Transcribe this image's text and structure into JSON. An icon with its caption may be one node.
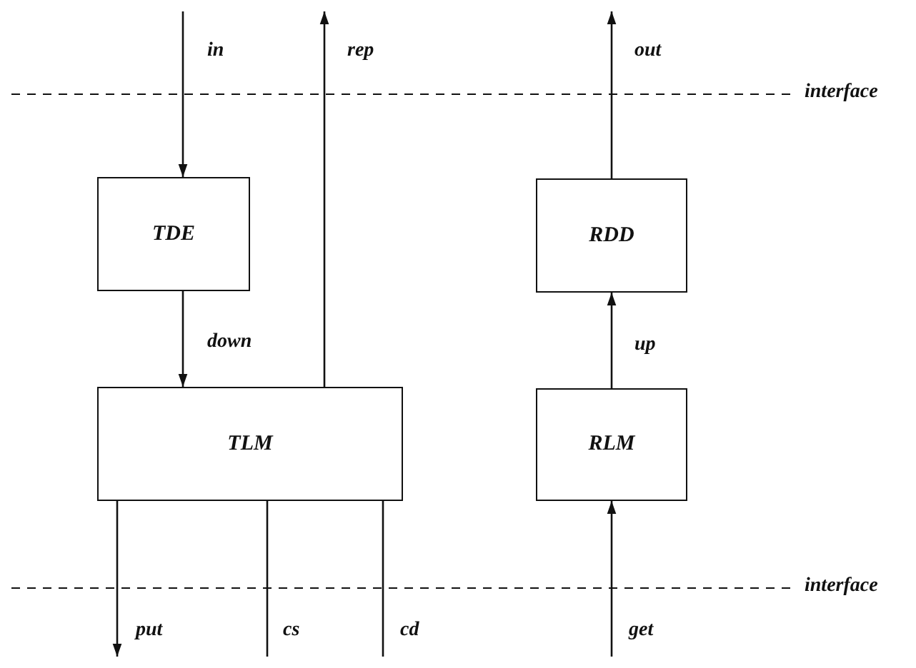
{
  "diagram": {
    "nodes": [
      {
        "text": [
          "TDE"
        ]
      },
      {
        "text": [
          "TLM"
        ]
      },
      {
        "text": [
          "RDD"
        ]
      },
      {
        "text": [
          "RLM"
        ]
      }
    ],
    "edges": [
      {
        "from": null,
        "to": 0,
        "arrow": "to",
        "label": "in"
      },
      {
        "from": 1,
        "to": null,
        "arrow": "to",
        "label": "rep"
      },
      {
        "from": 2,
        "to": null,
        "arrow": "to",
        "label": "out"
      },
      {
        "from": 0,
        "to": 1,
        "arrow": "to",
        "label": "down"
      },
      {
        "from": 3,
        "to": 2,
        "arrow": "to",
        "label": "up"
      },
      {
        "from": 1,
        "to": null,
        "arrow": "to",
        "label": "put"
      },
      {
        "from": 1,
        "to": null,
        "arrow": "none",
        "label": "cs"
      },
      {
        "from": 1,
        "to": null,
        "arrow": "none",
        "label": "cd"
      },
      {
        "from": null,
        "to": 3,
        "arrow": "to",
        "label": "get"
      }
    ],
    "labels": [
      "interface",
      "interface"
    ]
  }
}
